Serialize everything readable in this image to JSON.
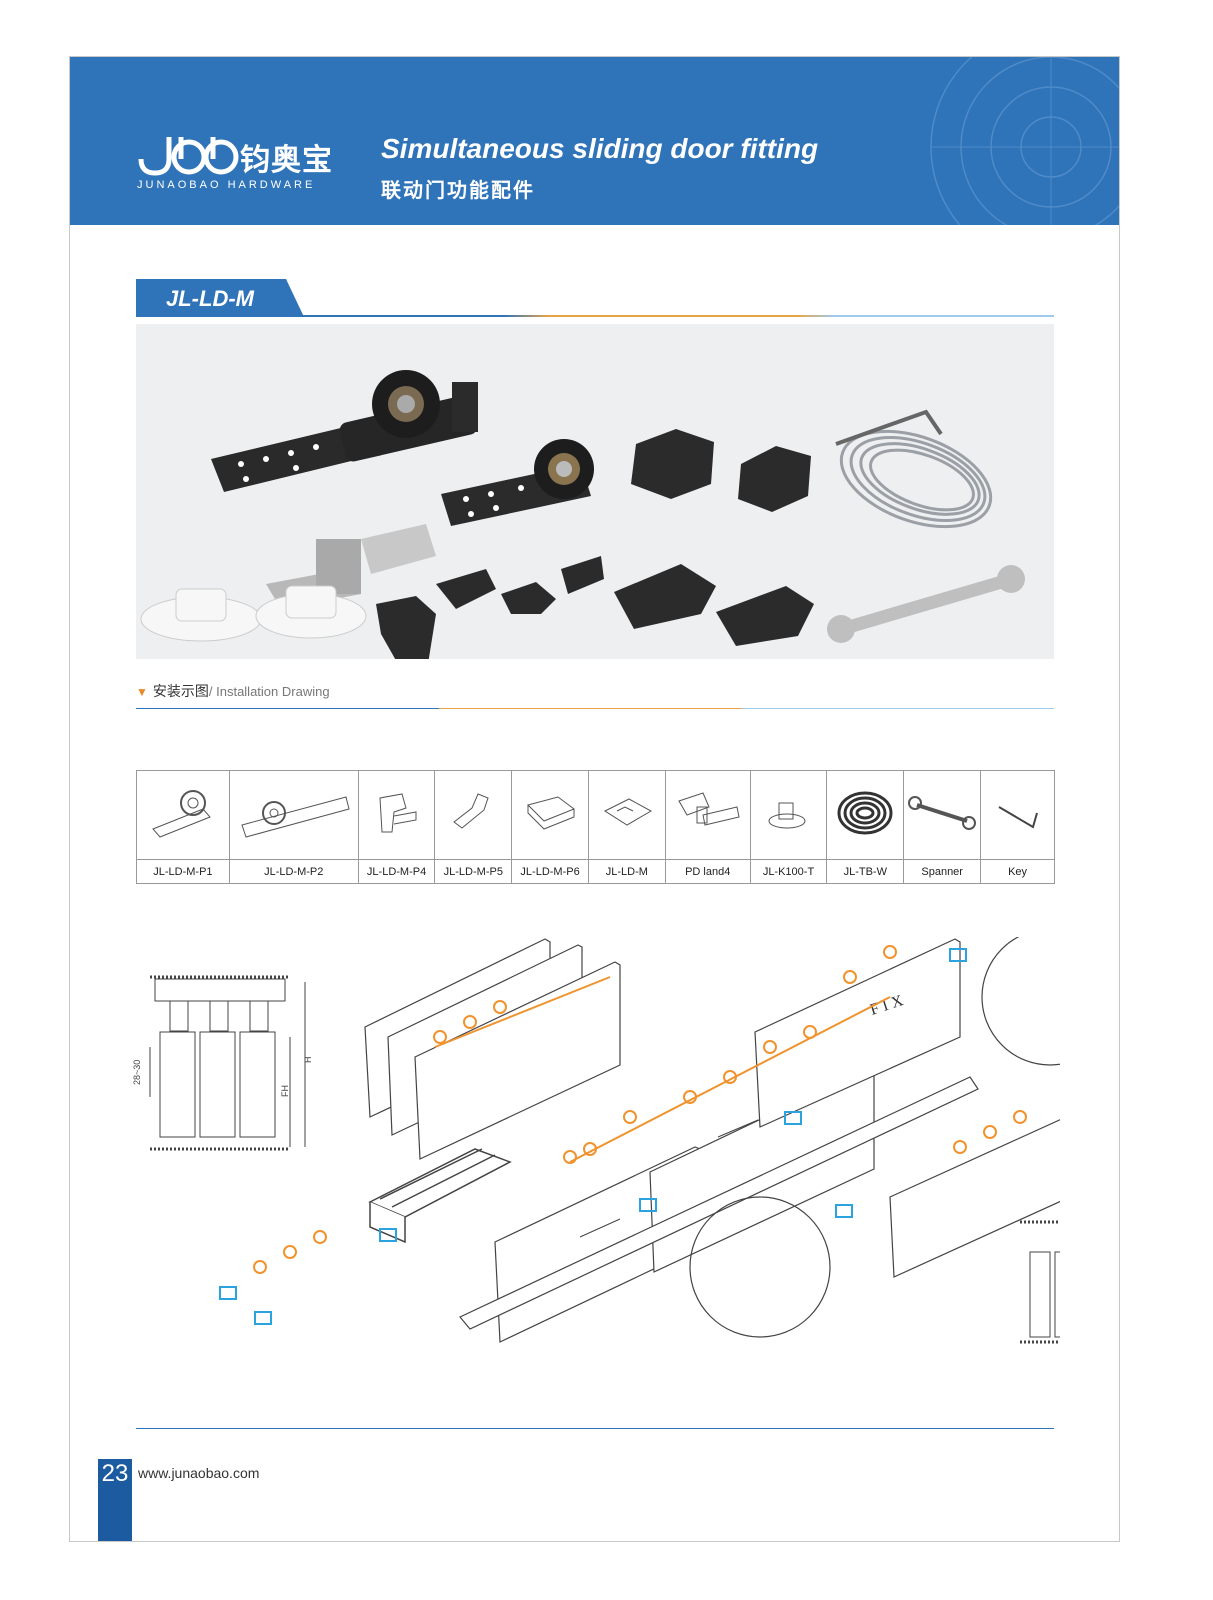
{
  "brand": {
    "name_cn": "钧奥宝",
    "name_en": "JUNAOBAO HARDWARE"
  },
  "header": {
    "title_en": "Simultaneous sliding door fitting",
    "title_cn": "联动门功能配件"
  },
  "model": {
    "label": "JL-LD-M"
  },
  "installation": {
    "heading_cn": "安装示图",
    "heading_en": "/ Installation Drawing"
  },
  "parts_table": {
    "columns": [
      "JL-LD-M-P1",
      "JL-LD-M-P2",
      "JL-LD-M-P4",
      "JL-LD-M-P5",
      "JL-LD-M-P6",
      "JL-LD-M",
      "PD land4",
      "JL-K100-T",
      "JL-TB-W",
      "Spanner",
      "Key"
    ]
  },
  "diagram": {
    "dim_side": "28~30",
    "dim_fh": "FH",
    "dim_h": "H",
    "fix_label": "FIX"
  },
  "footer": {
    "page_number": "23",
    "website": "www.junaobao.com"
  },
  "colors": {
    "header_blue": "#2f73b8",
    "accent_orange": "#e8892b",
    "part_blue": "#2aa3df",
    "drawing_orange": "#f0932e"
  }
}
